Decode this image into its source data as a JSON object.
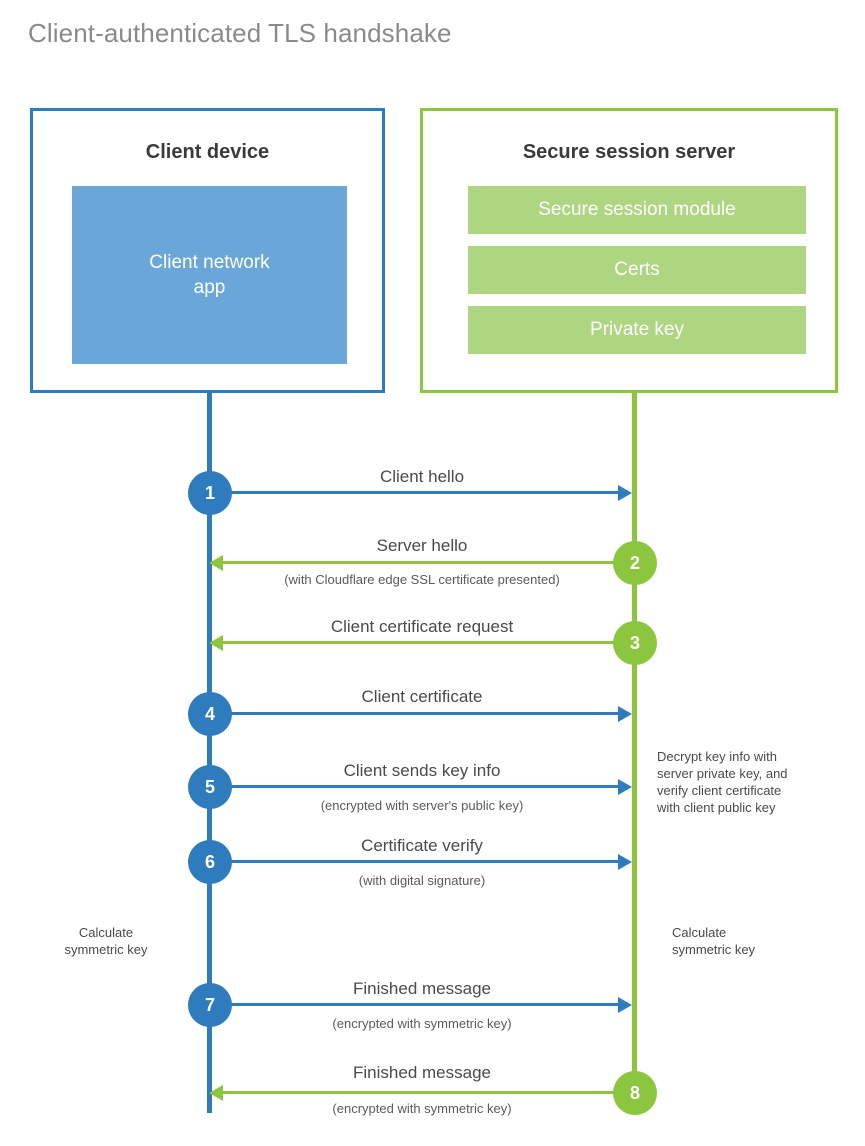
{
  "title": "Client-authenticated TLS handshake",
  "colors": {
    "client_blue": "#2e7cbe",
    "client_app_fill": "#6aa7d8",
    "server_green": "#8cc63f",
    "server_bar_fill": "#aed581",
    "title_gray": "#8a8a8a",
    "text_gray": "#4a4a4a"
  },
  "client": {
    "title": "Client device",
    "app_label": "Client network\napp"
  },
  "server": {
    "title": "Secure session server",
    "bars": [
      {
        "label": "Secure session module"
      },
      {
        "label": "Certs"
      },
      {
        "label": "Private key"
      }
    ]
  },
  "steps": [
    {
      "number": "1",
      "label": "Client hello",
      "sublabel": "",
      "direction": "client-to-server",
      "color": "blue"
    },
    {
      "number": "2",
      "label": "Server hello",
      "sublabel": "(with Cloudflare edge SSL certificate presented)",
      "direction": "server-to-client",
      "color": "green"
    },
    {
      "number": "3",
      "label": "Client certificate request",
      "sublabel": "",
      "direction": "server-to-client",
      "color": "green"
    },
    {
      "number": "4",
      "label": "Client certificate",
      "sublabel": "",
      "direction": "client-to-server",
      "color": "blue"
    },
    {
      "number": "5",
      "label": "Client sends key info",
      "sublabel": "(encrypted with server's public key)",
      "direction": "client-to-server",
      "color": "blue"
    },
    {
      "number": "6",
      "label": "Certificate verify",
      "sublabel": "(with digital signature)",
      "direction": "client-to-server",
      "color": "blue"
    },
    {
      "number": "7",
      "label": "Finished message",
      "sublabel": "(encrypted with symmetric key)",
      "direction": "client-to-server",
      "color": "blue"
    },
    {
      "number": "8",
      "label": "Finished message",
      "sublabel": "(encrypted with symmetric key)",
      "direction": "server-to-client",
      "color": "green"
    }
  ],
  "notes": {
    "decrypt": "Decrypt key info with\nserver private key, and\nverify client certificate\nwith client public key",
    "client_symmetric": "Calculate\nsymmetric key",
    "server_symmetric": "Calculate\nsymmetric key"
  }
}
